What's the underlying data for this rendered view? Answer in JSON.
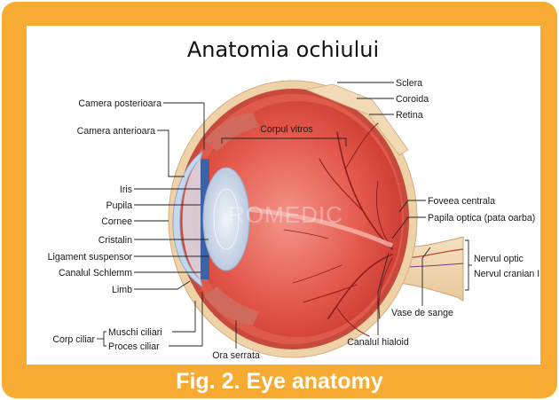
{
  "title": "Anatomia ochiului",
  "watermark": "ROMEDIC",
  "caption": "Fig. 2. Eye anatomy",
  "labels": {
    "camera_posterioara": "Camera posterioara",
    "camera_anterioara": "Camera anterioara",
    "iris": "Iris",
    "pupila": "Pupila",
    "cornee": "Cornee",
    "cristalin": "Cristalin",
    "ligament_suspensor": "Ligament suspensor",
    "canalul_schlemm": "Canalul Schlemm",
    "limb": "Limb",
    "corp_ciliar": "Corp ciliar",
    "muschi_ciliari": "Muschi ciliari",
    "proces_ciliar": "Proces ciliar",
    "ora_serrata": "Ora serrata",
    "canalul_hialoid": "Canalul hialoid",
    "vase_de_sange": "Vase de sange",
    "nervul_optic": "Nervul optic",
    "nervul_cranian": "Nervul cranian II",
    "papila_optica": "Papila optica (pata oarba)",
    "foveea_centrala": "Foveea centrala",
    "corpul_vitros": "Corpul vitros",
    "sclera": "Sclera",
    "coroida": "Coroida",
    "retina": "Retina"
  },
  "colors": {
    "frame": "#f7ab33",
    "sclera": "#f0d2a8",
    "retina": "#d9463f",
    "vitreous": "#e96a5c",
    "lens": "#c9d7ea",
    "cornea": "#b9cde6",
    "vessels": "#8e1d1d"
  }
}
